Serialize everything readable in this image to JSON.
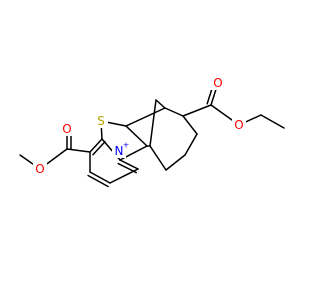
{
  "molecule": {
    "atoms": [
      {
        "id": "S1",
        "element": "S",
        "label": "S",
        "color": "#B8A800"
      },
      {
        "id": "N1",
        "element": "N",
        "label": "N",
        "charge": "+",
        "color": "#0000FF"
      },
      {
        "id": "O1",
        "element": "O",
        "label": "O",
        "color": "#FF0000"
      },
      {
        "id": "O2",
        "element": "O",
        "label": "O",
        "color": "#FF0000"
      },
      {
        "id": "O3",
        "element": "O",
        "label": "O",
        "color": "#FF0000"
      },
      {
        "id": "O4",
        "element": "O",
        "label": "O",
        "color": "#FF0000"
      }
    ],
    "bond_color": "#000000"
  }
}
